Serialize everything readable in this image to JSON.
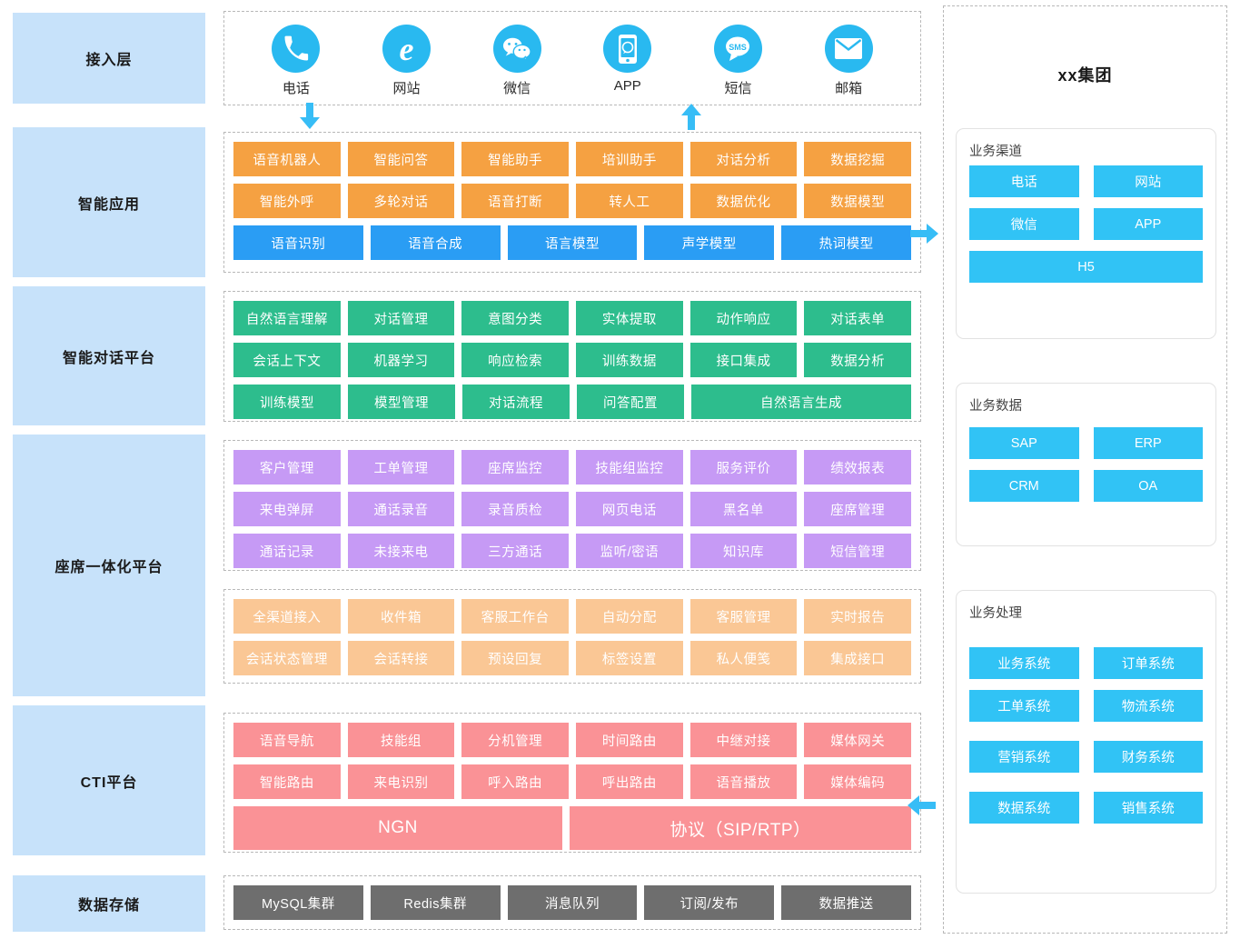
{
  "layers": [
    {
      "label": "接入层"
    },
    {
      "label": "智能应用"
    },
    {
      "label": "智能对话平台"
    },
    {
      "label": "座席一体化平台"
    },
    {
      "label": "CTI平台"
    },
    {
      "label": "数据存储"
    }
  ],
  "access_layer": {
    "channels": [
      {
        "label": "电话",
        "icon": "phone-icon"
      },
      {
        "label": "网站",
        "icon": "internet-explorer-icon"
      },
      {
        "label": "微信",
        "icon": "wechat-icon"
      },
      {
        "label": "APP",
        "icon": "mobile-app-icon"
      },
      {
        "label": "短信",
        "icon": "sms-icon"
      },
      {
        "label": "邮箱",
        "icon": "email-icon"
      }
    ]
  },
  "smart_application": {
    "row1": [
      "语音机器人",
      "智能问答",
      "智能助手",
      "培训助手",
      "对话分析",
      "数据挖掘"
    ],
    "row2": [
      "智能外呼",
      "多轮对话",
      "语音打断",
      "转人工",
      "数据优化",
      "数据模型"
    ],
    "row3": [
      "语音识别",
      "语音合成",
      "语言模型",
      "声学模型",
      "热词模型"
    ]
  },
  "dialogue_platform": {
    "row1": [
      "自然语言理解",
      "对话管理",
      "意图分类",
      "实体提取",
      "动作响应",
      "对话表单"
    ],
    "row2": [
      "会话上下文",
      "机器学习",
      "响应检索",
      "训练数据",
      "接口集成",
      "数据分析"
    ],
    "row3": [
      "训练模型",
      "模型管理",
      "对话流程",
      "问答配置",
      "自然语言生成"
    ]
  },
  "agent_platform": {
    "row1": [
      "客户管理",
      "工单管理",
      "座席监控",
      "技能组监控",
      "服务评价",
      "绩效报表"
    ],
    "row2": [
      "来电弹屏",
      "通话录音",
      "录音质检",
      "网页电话",
      "黑名单",
      "座席管理"
    ],
    "row3": [
      "通话记录",
      "未接来电",
      "三方通话",
      "监听/密语",
      "知识库",
      "短信管理"
    ]
  },
  "omnichannel": {
    "row1": [
      "全渠道接入",
      "收件箱",
      "客服工作台",
      "自动分配",
      "客服管理",
      "实时报告"
    ],
    "row2": [
      "会话状态管理",
      "会话转接",
      "预设回复",
      "标签设置",
      "私人便笺",
      "集成接口"
    ]
  },
  "cti_platform": {
    "row1": [
      "语音导航",
      "技能组",
      "分机管理",
      "时间路由",
      "中继对接",
      "媒体网关"
    ],
    "row2": [
      "智能路由",
      "来电识别",
      "呼入路由",
      "呼出路由",
      "语音播放",
      "媒体编码"
    ],
    "row3": [
      "NGN",
      "协议（SIP/RTP）"
    ]
  },
  "data_storage": {
    "row1": [
      "MySQL集群",
      "Redis集群",
      "消息队列",
      "订阅/发布",
      "数据推送"
    ]
  },
  "enterprise": {
    "title": "xx集团",
    "panels": [
      {
        "title": "业务渠道",
        "rows": [
          [
            "电话",
            "网站"
          ],
          [
            "微信",
            "APP"
          ],
          [
            "H5"
          ]
        ]
      },
      {
        "title": "业务数据",
        "rows": [
          [
            "SAP",
            "ERP"
          ],
          [
            "CRM",
            "OA"
          ]
        ]
      },
      {
        "title": "业务处理",
        "rows": [
          [
            "业务系统",
            "订单系统"
          ],
          [
            "工单系统",
            "物流系统"
          ],
          [
            "营销系统",
            "财务系统"
          ],
          [
            "数据系统",
            "销售系统"
          ]
        ]
      }
    ]
  },
  "arrows": [
    {
      "name": "arrow-down-access-to-application",
      "direction": "down"
    },
    {
      "name": "arrow-up-application-to-access",
      "direction": "up"
    },
    {
      "name": "arrow-right-application-to-enterprise",
      "direction": "right"
    },
    {
      "name": "arrow-left-enterprise-to-cti",
      "direction": "left"
    }
  ],
  "colors": {
    "layer_label_bg": "#c7e2fa",
    "smart_application": "#f5a142",
    "speech_model": "#2a9df4",
    "dialogue_platform": "#2dbd8d",
    "agent_platform": "#c69af5",
    "omnichannel": "#fac795",
    "cti_platform": "#fa9296",
    "data_storage": "#6e6e6e",
    "enterprise_cell": "#31c3f5",
    "channel_icon": "#29b9f0",
    "arrow": "#37bdf6"
  }
}
